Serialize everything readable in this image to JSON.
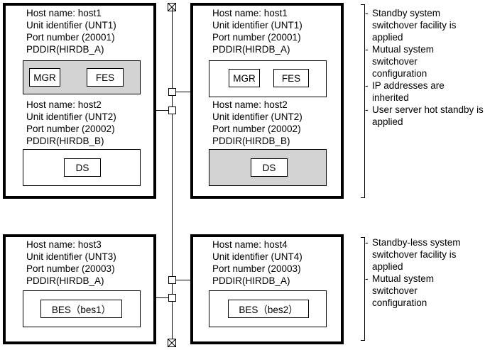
{
  "servers": [
    {
      "units": [
        {
          "lines": [
            "Host name: host1",
            "Unit identifier (UNT1)",
            "Port number (20001)",
            "PDDIR(HIRDB_A)"
          ],
          "processes": [
            "MGR",
            "FES"
          ],
          "active": true
        },
        {
          "lines": [
            "Host name: host2",
            "Unit identifier (UNT2)",
            "Port number (20002)",
            "PDDIR(HIRDB_B)"
          ],
          "processes": [
            "DS"
          ],
          "active": false
        }
      ]
    },
    {
      "units": [
        {
          "lines": [
            "Host name: host1",
            "Unit identifier (UNT1)",
            "Port number (20001)",
            "PDDIR(HIRDB_A)"
          ],
          "processes": [
            "MGR",
            "FES"
          ],
          "active": false
        },
        {
          "lines": [
            "Host name: host2",
            "Unit identifier (UNT2)",
            "Port number (20002)",
            "PDDIR(HIRDB_B)"
          ],
          "processes": [
            "DS"
          ],
          "active": true
        }
      ]
    },
    {
      "units": [
        {
          "lines": [
            "Host name: host3",
            "Unit identifier (UNT3)",
            "Port number (20003)",
            "PDDIR(HIRDB_A)"
          ],
          "processes": [
            "BES（bes1）"
          ],
          "active": false
        }
      ]
    },
    {
      "units": [
        {
          "lines": [
            "Host name: host4",
            "Unit identifier (UNT4)",
            "Port number (20003)",
            "PDDIR(HIRDB_A)"
          ],
          "processes": [
            "BES（bes2）"
          ],
          "active": false
        }
      ]
    }
  ],
  "notes_top": [
    "Standby system switchover facility is applied",
    "Mutual system switchover configuration",
    "IP addresses are inherited",
    "User server hot standby is applied"
  ],
  "notes_bottom": [
    "Standby-less system switchover facility is applied",
    "Mutual system switchover configuration"
  ],
  "colors": {
    "active_unit_fill": "#d3d3d3",
    "line": "#000000"
  }
}
